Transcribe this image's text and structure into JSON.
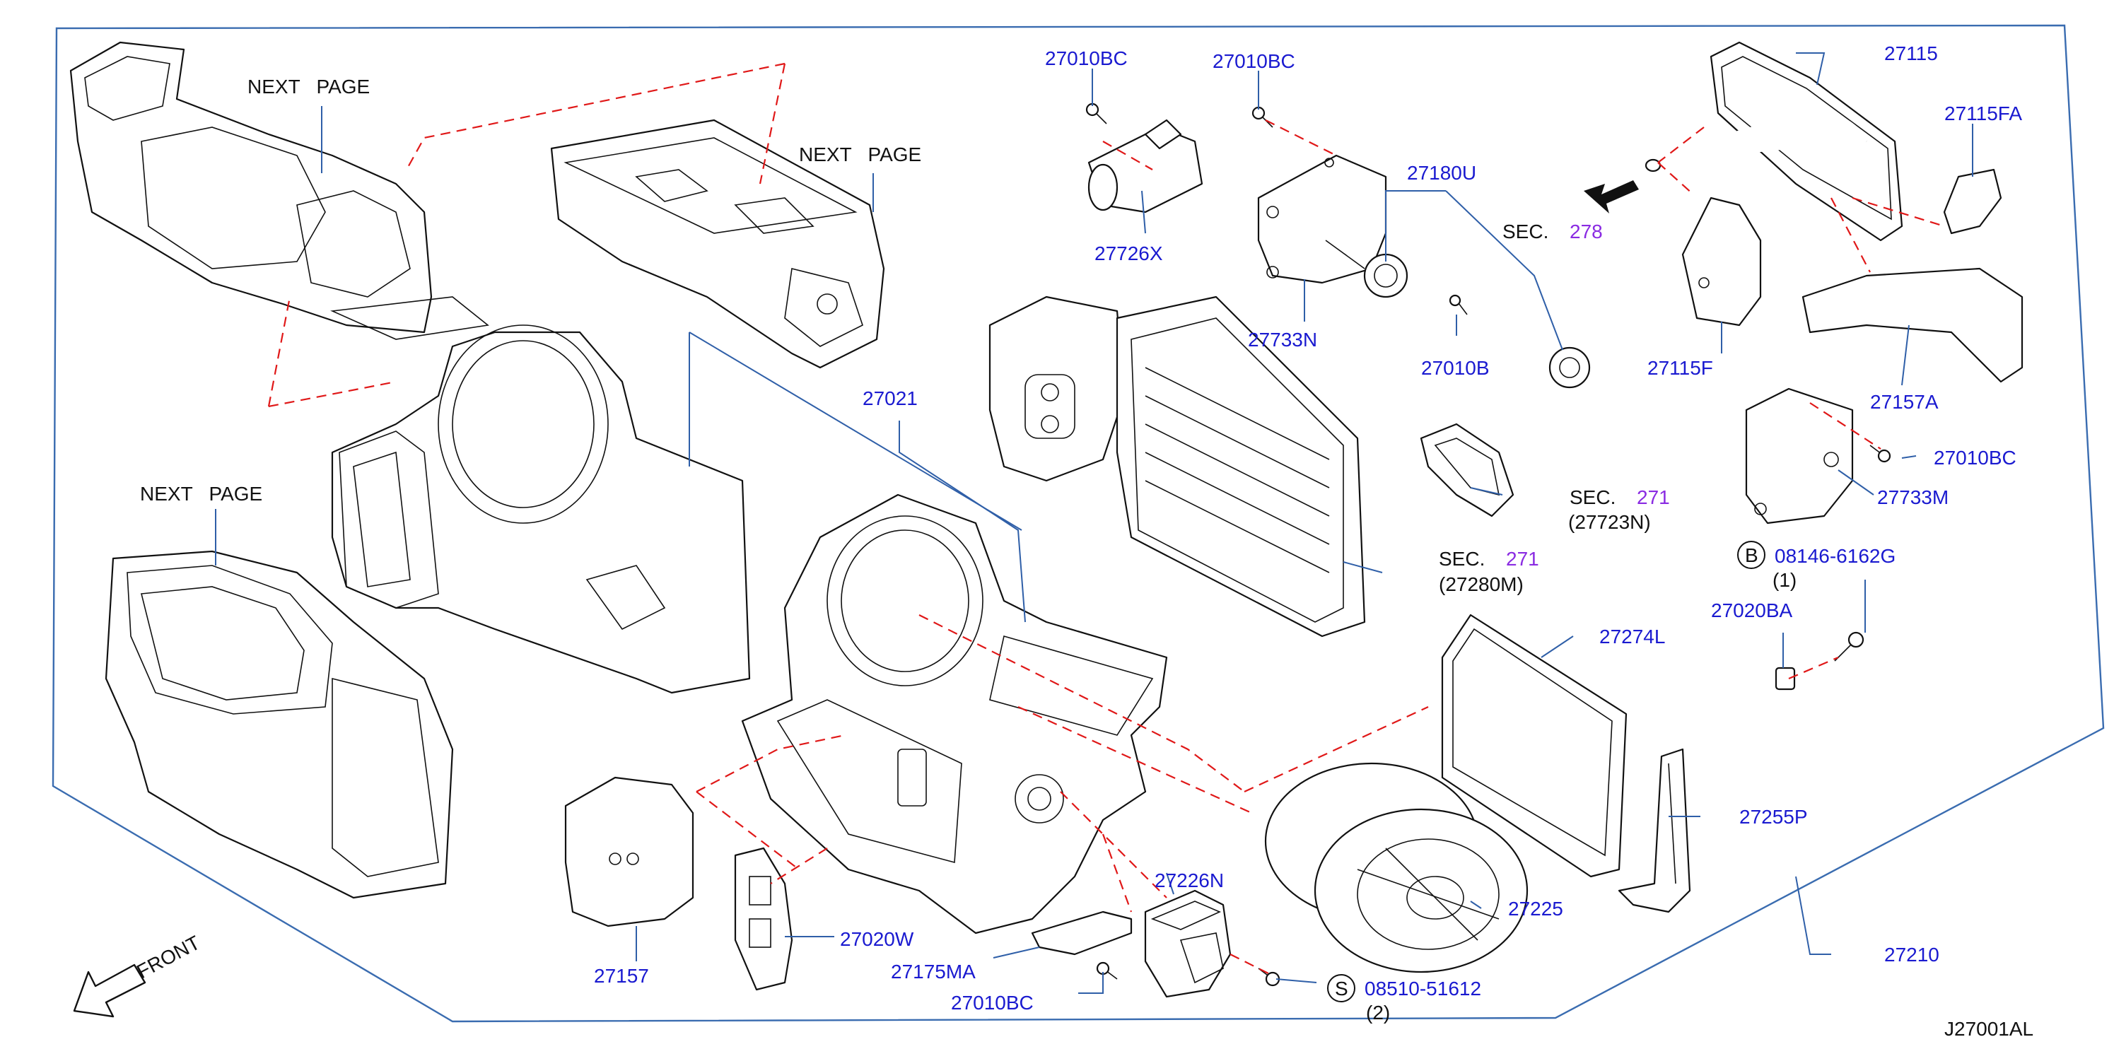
{
  "diagram_id": "J27001AL",
  "next_page_label": "NEXT   PAGE",
  "front_label": "FRONT",
  "sec_label": "SEC.",
  "parts": {
    "p27010BC_a": "27010BC",
    "p27010BC_b": "27010BC",
    "p27726X": "27726X",
    "p27180U": "27180U",
    "p27733N": "27733N",
    "p27010B": "27010B",
    "p27115": "27115",
    "p27115FA": "27115FA",
    "p27115F": "27115F",
    "p27157A": "27157A",
    "p27010BC_c": "27010BC",
    "p27733M": "27733M",
    "p08146": "08146-6162G",
    "p08146_qty": "(1)",
    "p27020BA": "27020BA",
    "p27021": "27021",
    "p27274L": "27274L",
    "p27255P": "27255P",
    "p27225": "27225",
    "p27210": "27210",
    "p27226N": "27226N",
    "p27157": "27157",
    "p27020W": "27020W",
    "p27175MA": "27175MA",
    "p27010BC_d": "27010BC",
    "p08510": "08510-51612",
    "p08510_qty": "(2)"
  },
  "sections": {
    "sec278": "278",
    "sec271_a": "271",
    "sec271_a_part": "(27723N)",
    "sec271_b": "271",
    "sec271_b_part": "(27280M)"
  },
  "symbols": {
    "bolt_symbol": "B",
    "screw_symbol": "S"
  },
  "colors": {
    "part_number": "#1a1ad0",
    "section_number": "#8a2be2",
    "leader": "#2f5fa8",
    "dashed": "#e01818"
  }
}
